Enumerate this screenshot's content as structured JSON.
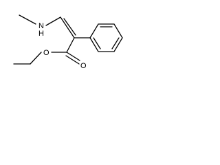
{
  "molecule": {
    "atoms": {
      "n_label": "N",
      "h_label": "H",
      "o_ester_label": "O",
      "o_carbonyl_label": "O"
    },
    "colors": {
      "bond": "#000000",
      "text": "#000000",
      "background": "#ffffff"
    }
  }
}
